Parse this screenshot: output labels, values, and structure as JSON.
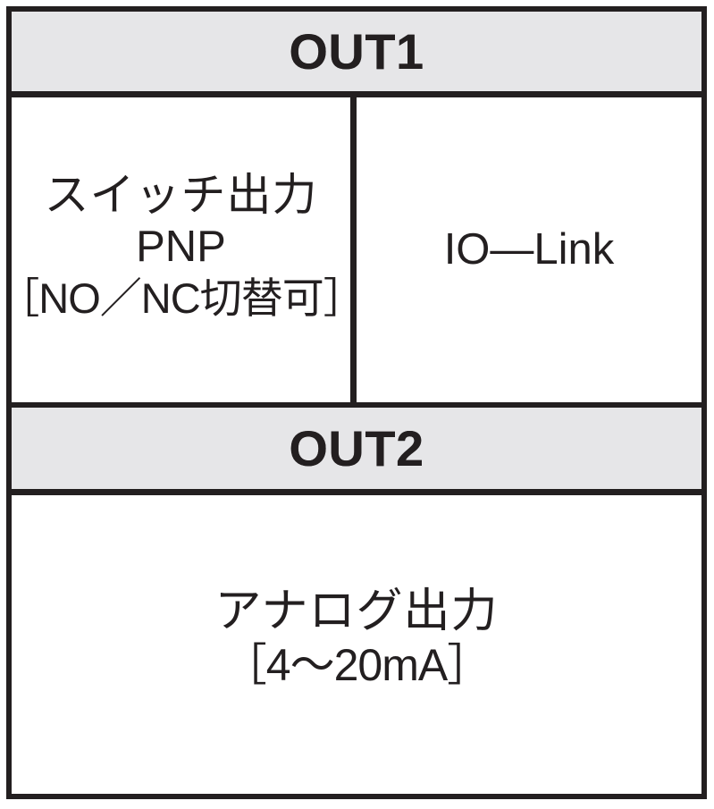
{
  "table": {
    "rows": [
      {
        "header": "OUT1",
        "cells": [
          {
            "name": "switch-output",
            "lines": [
              "スイッチ出力",
              "PNP",
              "［NO／NC切替可］"
            ]
          },
          {
            "name": "io-link",
            "lines": [
              "IO―Link"
            ]
          }
        ]
      },
      {
        "header": "OUT2",
        "cells": [
          {
            "name": "analog-output",
            "lines": [
              "アナログ出力",
              "［4〜20mA］"
            ]
          }
        ]
      }
    ]
  },
  "colors": {
    "border": "#231f20",
    "header_background": "#e6e6e8",
    "cell_background": "#ffffff",
    "text": "#231f20"
  }
}
